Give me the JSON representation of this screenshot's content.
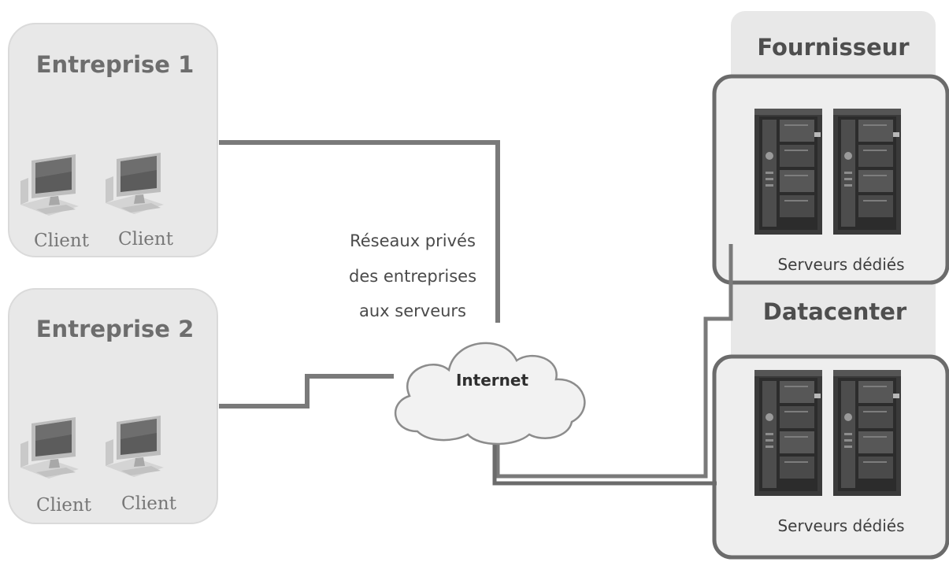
{
  "diagram": {
    "enterprise1": {
      "title": "Entreprise 1",
      "clients": [
        "Client",
        "Client"
      ]
    },
    "enterprise2": {
      "title": "Entreprise 2",
      "clients": [
        "Client",
        "Client"
      ]
    },
    "network_label": {
      "line1": "Réseaux privés",
      "line2": "des entreprises",
      "line3": "aux serveurs"
    },
    "cloud_label": "Internet",
    "provider": {
      "title": "Fournisseur",
      "datacenter_title": "Datacenter",
      "server_group_top_label": "Serveurs dédiés",
      "server_group_bottom_label": "Serveurs dédiés"
    },
    "icons": {
      "client": "computer-monitor-icon",
      "server": "server-rack-icon",
      "cloud": "cloud-icon"
    },
    "colors": {
      "box_fill": "#e8e8e8",
      "box_border": "#dadada",
      "group_border": "#6b6b6b",
      "link_line": "#7a7a7a",
      "cloud_fill": "#f2f2f2",
      "cloud_stroke": "#8c8c8c"
    }
  }
}
